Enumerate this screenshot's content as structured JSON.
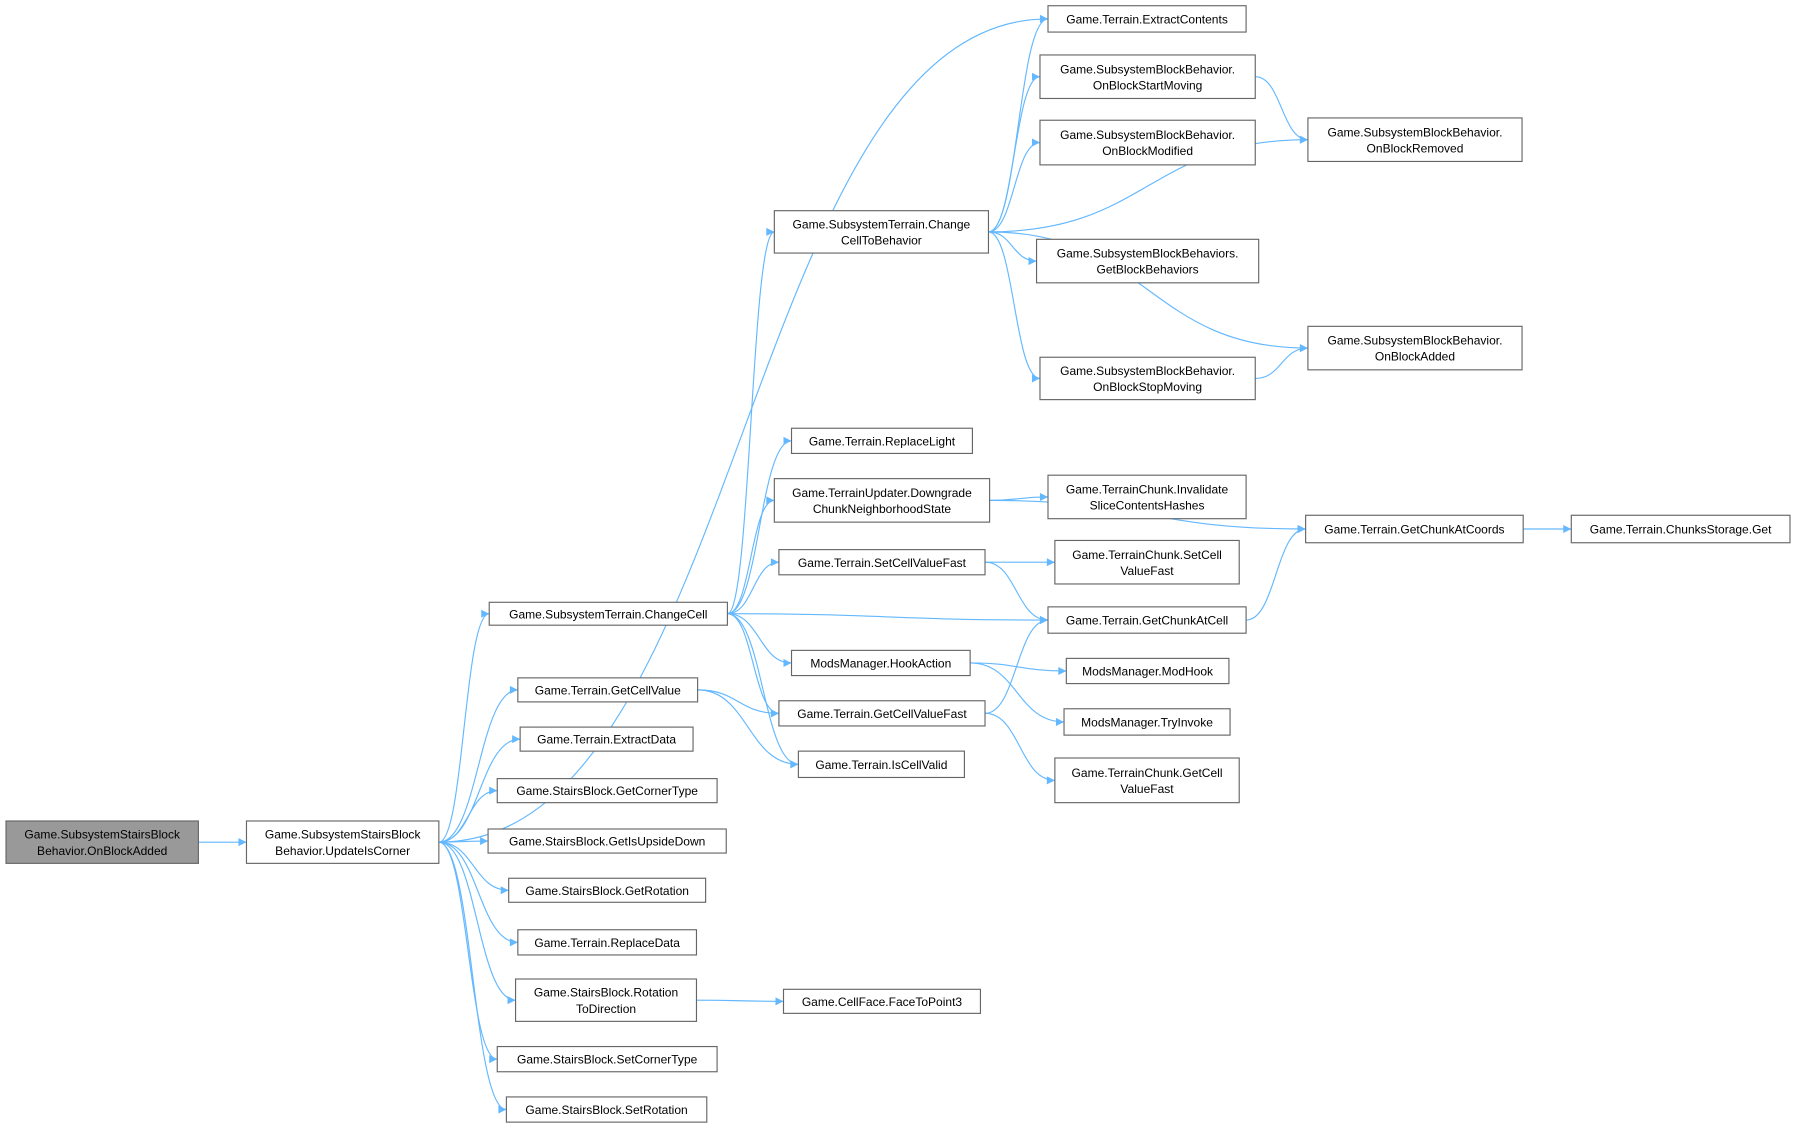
{
  "graph": {
    "colors": {
      "edge": "#63b8ff",
      "node_border": "#666666",
      "root_fill": "#999999",
      "node_fill": "#ffffff"
    },
    "nodes": [
      {
        "id": "A",
        "lines": [
          "Game.SubsystemStairsBlock",
          "Behavior.OnBlockAdded"
        ],
        "root": true
      },
      {
        "id": "B",
        "lines": [
          "Game.SubsystemStairsBlock",
          "Behavior.UpdateIsCorner"
        ]
      },
      {
        "id": "C",
        "lines": [
          "Game.SubsystemTerrain.ChangeCell"
        ]
      },
      {
        "id": "D",
        "lines": [
          "Game.Terrain.GetCellValue"
        ]
      },
      {
        "id": "E",
        "lines": [
          "Game.Terrain.ExtractData"
        ]
      },
      {
        "id": "F",
        "lines": [
          "Game.StairsBlock.GetCornerType"
        ]
      },
      {
        "id": "G",
        "lines": [
          "Game.StairsBlock.GetIsUpsideDown"
        ]
      },
      {
        "id": "H",
        "lines": [
          "Game.StairsBlock.GetRotation"
        ]
      },
      {
        "id": "I",
        "lines": [
          "Game.Terrain.ReplaceData"
        ]
      },
      {
        "id": "J",
        "lines": [
          "Game.StairsBlock.Rotation",
          "ToDirection"
        ]
      },
      {
        "id": "K",
        "lines": [
          "Game.StairsBlock.SetCornerType"
        ]
      },
      {
        "id": "L",
        "lines": [
          "Game.StairsBlock.SetRotation"
        ]
      },
      {
        "id": "M",
        "lines": [
          "Game.CellFace.FaceToPoint3"
        ]
      },
      {
        "id": "N",
        "lines": [
          "Game.SubsystemTerrain.Change",
          "CellToBehavior"
        ]
      },
      {
        "id": "O",
        "lines": [
          "Game.Terrain.ReplaceLight"
        ]
      },
      {
        "id": "P",
        "lines": [
          "Game.TerrainUpdater.Downgrade",
          "ChunkNeighborhoodState"
        ]
      },
      {
        "id": "Q",
        "lines": [
          "Game.Terrain.SetCellValueFast"
        ]
      },
      {
        "id": "R",
        "lines": [
          "ModsManager.HookAction"
        ]
      },
      {
        "id": "S",
        "lines": [
          "Game.Terrain.GetCellValueFast"
        ]
      },
      {
        "id": "T",
        "lines": [
          "Game.Terrain.IsCellValid"
        ]
      },
      {
        "id": "U",
        "lines": [
          "Game.Terrain.ExtractContents"
        ]
      },
      {
        "id": "V",
        "lines": [
          "Game.SubsystemBlockBehavior.",
          "OnBlockStartMoving"
        ]
      },
      {
        "id": "W",
        "lines": [
          "Game.SubsystemBlockBehavior.",
          "OnBlockModified"
        ]
      },
      {
        "id": "X",
        "lines": [
          "Game.SubsystemBlockBehaviors.",
          "GetBlockBehaviors"
        ]
      },
      {
        "id": "Y",
        "lines": [
          "Game.SubsystemBlockBehavior.",
          "OnBlockStopMoving"
        ]
      },
      {
        "id": "Z",
        "lines": [
          "Game.SubsystemBlockBehavior.",
          "OnBlockRemoved"
        ]
      },
      {
        "id": "AA",
        "lines": [
          "Game.SubsystemBlockBehavior.",
          "OnBlockAdded"
        ]
      },
      {
        "id": "AB",
        "lines": [
          "Game.TerrainChunk.Invalidate",
          "SliceContentsHashes"
        ]
      },
      {
        "id": "AC",
        "lines": [
          "Game.TerrainChunk.SetCell",
          "ValueFast"
        ]
      },
      {
        "id": "AD",
        "lines": [
          "Game.Terrain.GetChunkAtCell"
        ]
      },
      {
        "id": "AE",
        "lines": [
          "ModsManager.ModHook"
        ]
      },
      {
        "id": "AF",
        "lines": [
          "ModsManager.TryInvoke"
        ]
      },
      {
        "id": "AG",
        "lines": [
          "Game.TerrainChunk.GetCell",
          "ValueFast"
        ]
      },
      {
        "id": "AH",
        "lines": [
          "Game.Terrain.GetChunkAtCoords"
        ]
      },
      {
        "id": "AI",
        "lines": [
          "Game.Terrain.ChunksStorage.Get"
        ]
      }
    ],
    "edges": [
      [
        "A",
        "B"
      ],
      [
        "B",
        "U"
      ],
      [
        "B",
        "C"
      ],
      [
        "B",
        "D"
      ],
      [
        "B",
        "E"
      ],
      [
        "B",
        "F"
      ],
      [
        "B",
        "G"
      ],
      [
        "B",
        "H"
      ],
      [
        "B",
        "I"
      ],
      [
        "B",
        "J"
      ],
      [
        "B",
        "K"
      ],
      [
        "B",
        "L"
      ],
      [
        "C",
        "N"
      ],
      [
        "C",
        "O"
      ],
      [
        "C",
        "P"
      ],
      [
        "C",
        "Q"
      ],
      [
        "C",
        "R"
      ],
      [
        "C",
        "S"
      ],
      [
        "C",
        "T"
      ],
      [
        "C",
        "AD"
      ],
      [
        "D",
        "S"
      ],
      [
        "D",
        "T"
      ],
      [
        "N",
        "U"
      ],
      [
        "N",
        "V"
      ],
      [
        "N",
        "W"
      ],
      [
        "N",
        "Z"
      ],
      [
        "N",
        "X"
      ],
      [
        "N",
        "AA"
      ],
      [
        "N",
        "Y"
      ],
      [
        "V",
        "Z"
      ],
      [
        "Y",
        "AA"
      ],
      [
        "P",
        "AB"
      ],
      [
        "P",
        "AH"
      ],
      [
        "Q",
        "AC"
      ],
      [
        "Q",
        "AD"
      ],
      [
        "R",
        "AE"
      ],
      [
        "R",
        "AF"
      ],
      [
        "S",
        "AD"
      ],
      [
        "S",
        "AG"
      ],
      [
        "J",
        "M"
      ],
      [
        "AD",
        "AH"
      ],
      [
        "AH",
        "AI"
      ]
    ]
  }
}
